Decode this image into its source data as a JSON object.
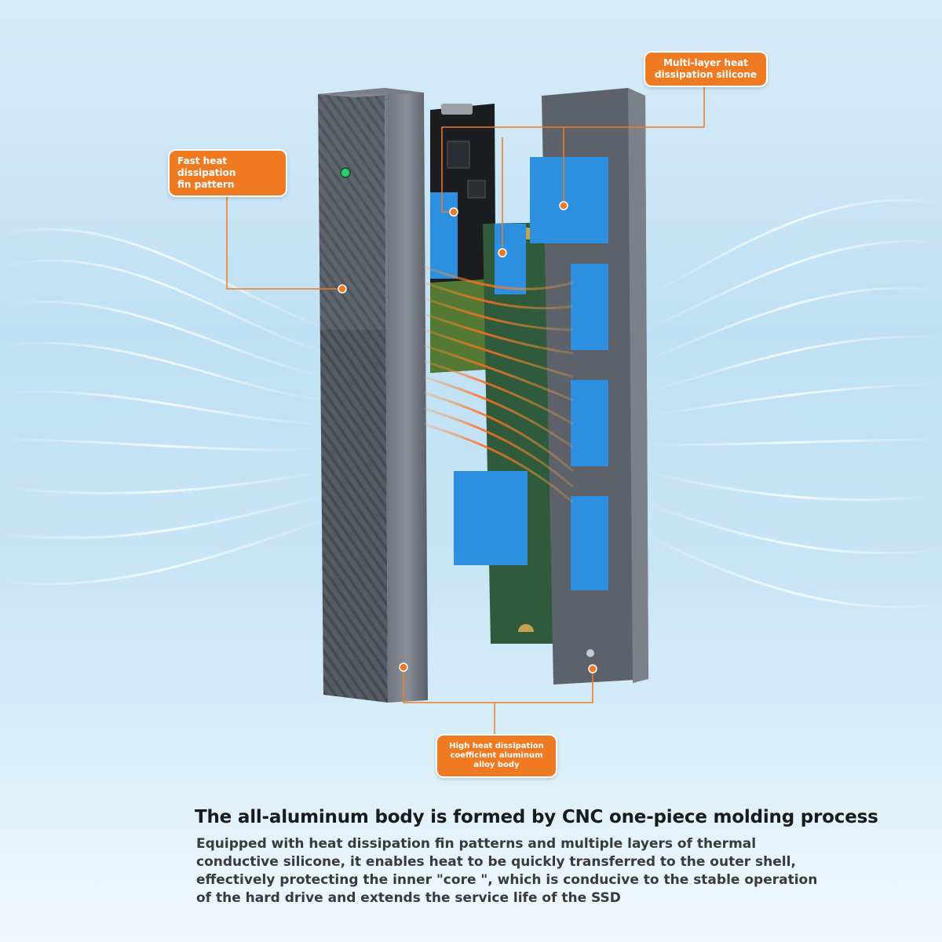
{
  "callouts": {
    "multi_layer": [
      "Multi-layer heat",
      "dissipation silicone"
    ],
    "fin_pattern": [
      "Fast heat dissipation",
      "fin pattern"
    ],
    "alloy_body": [
      "High heat dissipation",
      "coefficient aluminum",
      "alloy body"
    ]
  },
  "caption": {
    "headline": "The all-aluminum body is formed by CNC one-piece molding process",
    "body": "Equipped with heat dissipation fin patterns and multiple layers of thermal conductive silicone, it enables heat to be quickly transferred to the outer shell, effectively protecting the inner \"core \", which is conducive to the stable operation of the hard drive and extends the service life of the SSD"
  },
  "colors": {
    "callout_orange": "#f07a22",
    "silicone_blue": "#2d8fe0",
    "shell_gray": "#4f545c",
    "pcb_green": "#2f5a3c"
  }
}
